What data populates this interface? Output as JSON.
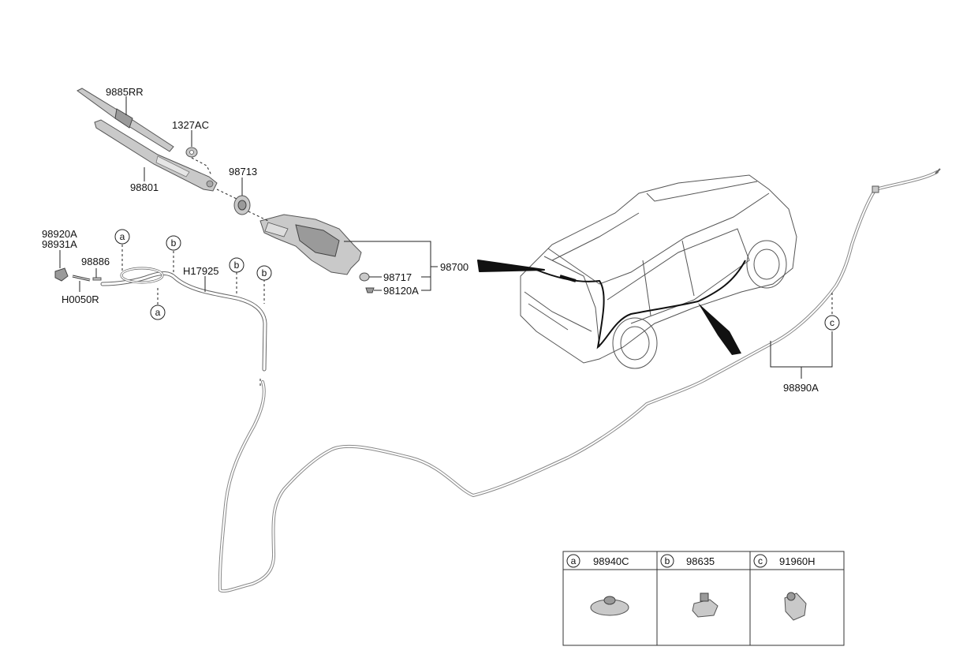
{
  "labels": {
    "p9885RR": "9885RR",
    "p1327AC": "1327AC",
    "p98801": "98801",
    "p98713": "98713",
    "p98920A": "98920A",
    "p98931A": "98931A",
    "p98886": "98886",
    "pH0050R": "H0050R",
    "pH17925": "H17925",
    "p98700": "98700",
    "p98717": "98717",
    "p98120A": "98120A",
    "p98890A": "98890A"
  },
  "callouts": {
    "a": "a",
    "b": "b",
    "c": "c"
  },
  "legend": [
    {
      "letter": "a",
      "part": "98940C"
    },
    {
      "letter": "b",
      "part": "98635"
    },
    {
      "letter": "c",
      "part": "91960H"
    }
  ]
}
